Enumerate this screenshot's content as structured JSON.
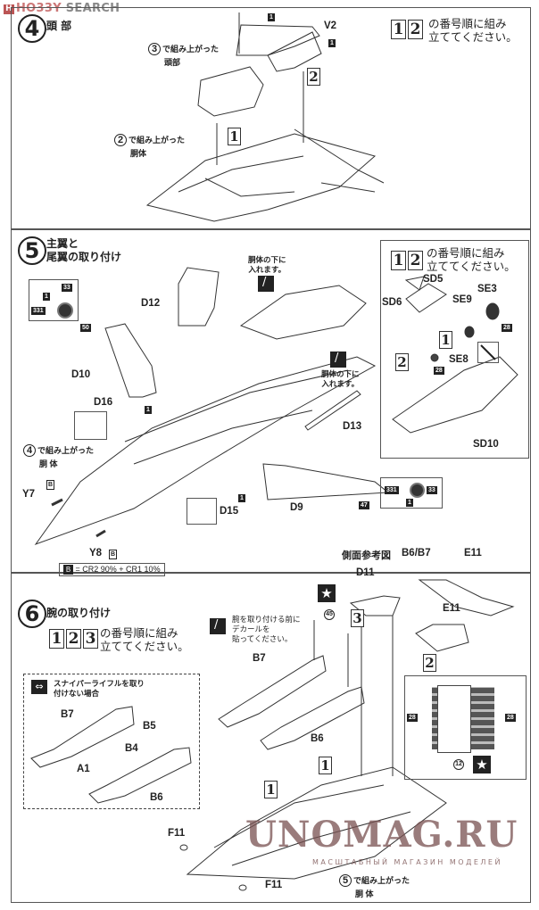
{
  "watermark_top": {
    "prefix": "H",
    "hobby": "HO33Y",
    "search": "SEARCH"
  },
  "watermark_bottom": {
    "title": "UNOMAG.RU",
    "subtitle": "МАСШТАБНЫЙ МАГАЗИН МОДЕЛЕЙ"
  },
  "step4": {
    "number": "4",
    "title": "頭 部",
    "sequence": [
      "1",
      "2"
    ],
    "sequence_text": [
      "の番号順に組み",
      "立ててください。"
    ],
    "refs": [
      {
        "num": "3",
        "text": [
          "で組み上がった",
          "頭部"
        ]
      },
      {
        "num": "2",
        "text": [
          "で組み上がった",
          "胴体"
        ]
      }
    ],
    "parts": [
      "V2"
    ],
    "markers": [
      "1",
      "1"
    ],
    "seq_markers": [
      "1",
      "2"
    ]
  },
  "step5": {
    "number": "5",
    "title": [
      "主翼と",
      "尾翼の取り付け"
    ],
    "parts": [
      "D12",
      "D10",
      "D16",
      "D13",
      "D15",
      "D9",
      "Y7",
      "Y8"
    ],
    "paint_codes": {
      "c33": "33",
      "c1": "1",
      "c331": "331",
      "c50": "50",
      "c47": "47",
      "b": "B"
    },
    "decal_note": [
      "胴体の下に",
      "入れます。"
    ],
    "ref": {
      "num": "4",
      "text": [
        "で組み上がった",
        "胴 体"
      ]
    },
    "mix": {
      "code": "B",
      "text": "= CR2 90% + CR1 10%"
    },
    "inset": {
      "sequence": [
        "1",
        "2"
      ],
      "sequence_text": [
        "の番号順に組み",
        "立ててください。"
      ],
      "parts": [
        "SD5",
        "SD6",
        "SE3",
        "SE9",
        "SE8",
        "SD10"
      ],
      "codes": [
        "28",
        "28"
      ],
      "seq_markers": [
        "1",
        "2"
      ]
    }
  },
  "step6": {
    "number": "6",
    "title": "腕の取り付け",
    "sequence": [
      "1",
      "2",
      "3"
    ],
    "sequence_text": [
      "の番号順に組み",
      "立ててください。"
    ],
    "side_ref_label": "側面参考図",
    "side_ref_parts": [
      "B6/B7",
      "E11"
    ],
    "decal_note": [
      "腕を取り付ける前に",
      "デカールを",
      "貼ってください。"
    ],
    "alt_box": {
      "title": [
        "スナイパーライフルを取り",
        "付けない場合"
      ],
      "parts": [
        "B7",
        "B5",
        "B4",
        "A1",
        "B6"
      ]
    },
    "parts": [
      "D11",
      "E11",
      "B7",
      "B6",
      "F11",
      "F11"
    ],
    "decal_numbers": [
      "45",
      "12"
    ],
    "codes": [
      "28",
      "28"
    ],
    "seq_markers": [
      "3",
      "2",
      "1",
      "1",
      "1"
    ],
    "ref": {
      "num": "5",
      "text": [
        "で組み上がった",
        "胴 体"
      ]
    }
  }
}
